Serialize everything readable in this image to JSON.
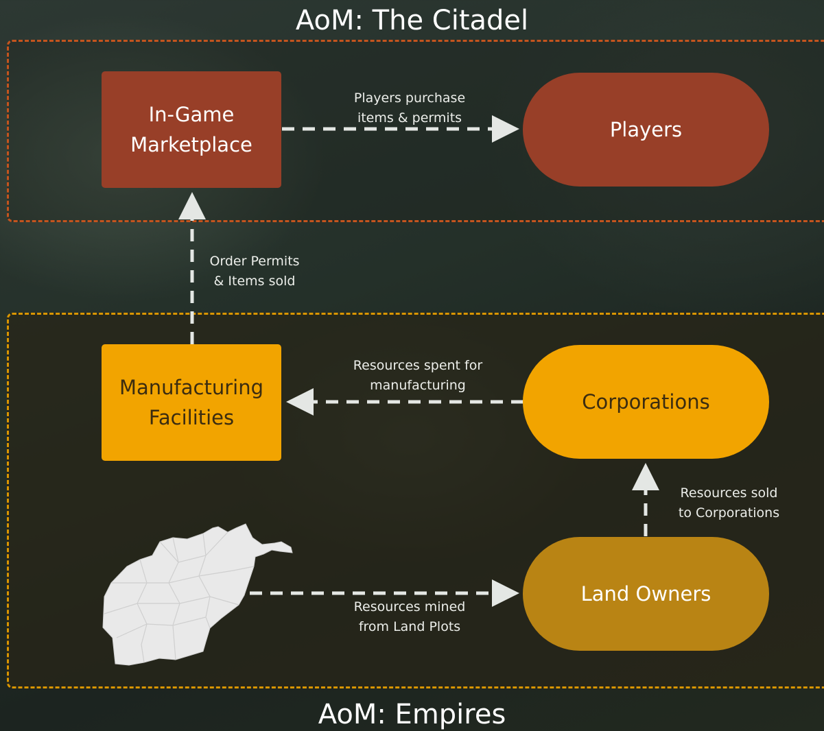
{
  "colors": {
    "rust": "#983f28",
    "orange": "#f2a400",
    "gold": "#b98414",
    "region_top_border": "#c4541e",
    "region_bottom_border": "#d99500",
    "arrow": "#e4e7e4",
    "map_fill": "#e9e9e9"
  },
  "titles": {
    "top": "AoM: The Citadel",
    "bottom": "AoM: Empires"
  },
  "nodes": {
    "marketplace": [
      "In-Game",
      "Marketplace"
    ],
    "players": "Players",
    "manufacturing": [
      "Manufacturing",
      "Facilities"
    ],
    "corporations": "Corporations",
    "land_owners": "Land Owners"
  },
  "edges": {
    "purchase": [
      "Players purchase",
      "items & permits"
    ],
    "orders": [
      "Order Permits",
      "& Items sold"
    ],
    "spent": [
      "Resources spent for",
      "manufacturing"
    ],
    "sold": [
      "Resources sold",
      "to Corporations"
    ],
    "mined": [
      "Resources mined",
      "from Land Plots"
    ]
  },
  "icons": {
    "map": "afghanistan-map-icon"
  }
}
